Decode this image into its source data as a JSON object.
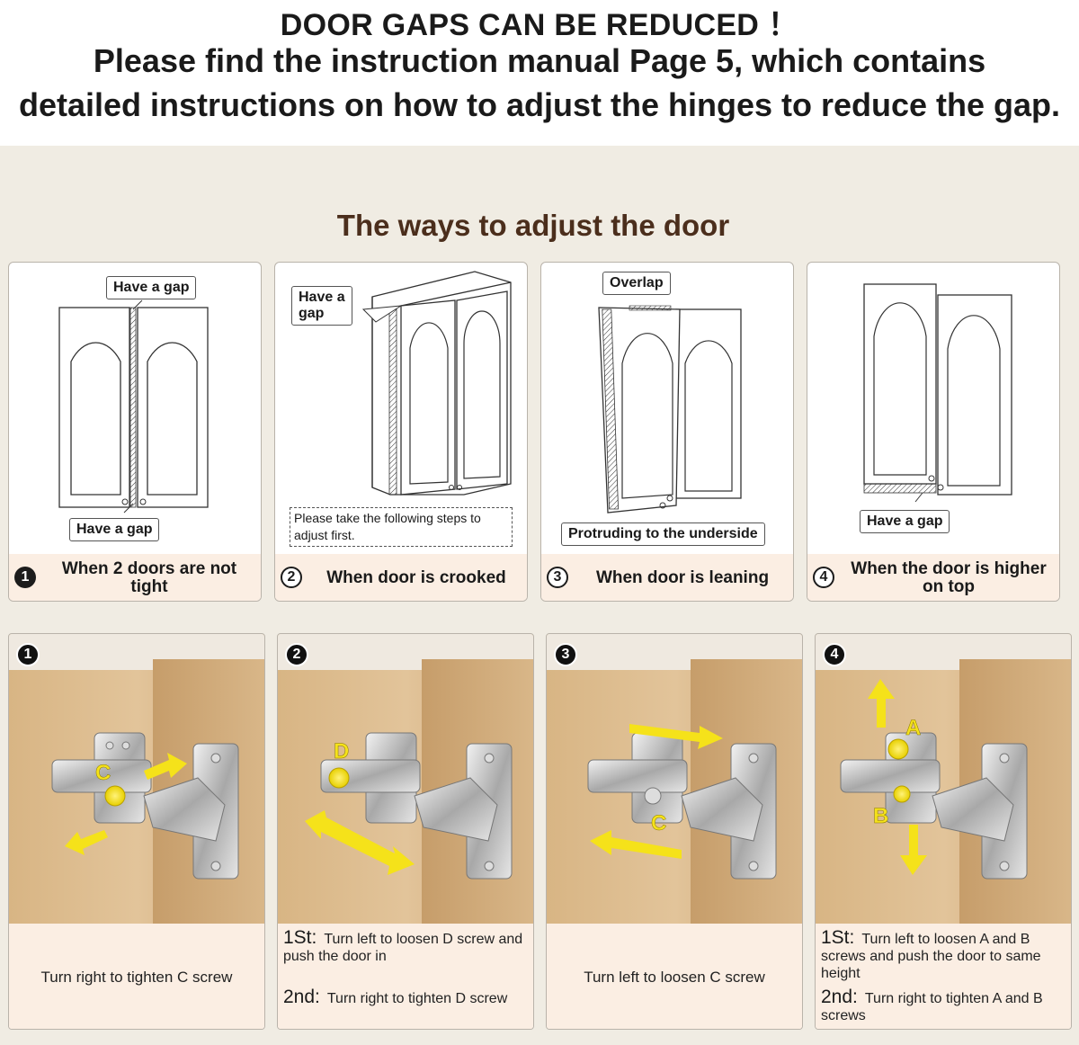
{
  "header": {
    "line1": "DOOR GAPS CAN BE REDUCED ！",
    "line2": "Please find the instruction manual Page 5, which contains",
    "line3": "detailed instructions on how to adjust the hinges to reduce the gap."
  },
  "section_title": "The ways to adjust the door",
  "cards": [
    {
      "num": "1",
      "caption": "When 2 doors are not tight",
      "label_top": "Have a gap",
      "label_bottom": "Have a gap"
    },
    {
      "num": "2",
      "caption": "When door is crooked",
      "label_top": "Have a\ngap",
      "note": "Please take the following steps to adjust first."
    },
    {
      "num": "3",
      "caption": "When door is leaning",
      "label_top": "Overlap",
      "label_bottom": "Protruding to the underside"
    },
    {
      "num": "4",
      "caption": "When the door is higher on top",
      "label_bottom": "Have a gap"
    }
  ],
  "photos": [
    {
      "num": "1",
      "letters": [
        "C"
      ],
      "caption": "Turn right to tighten C screw"
    },
    {
      "num": "2",
      "letters": [
        "D"
      ],
      "step1_tag": "1St:",
      "step1": "Turn left to loosen D screw and push the door in",
      "step2_tag": "2nd:",
      "step2": "Turn right to tighten D screw"
    },
    {
      "num": "3",
      "letters": [
        "C"
      ],
      "caption": "Turn left to loosen C screw"
    },
    {
      "num": "4",
      "letters": [
        "A",
        "B"
      ],
      "step1_tag": "1St:",
      "step1": "Turn left to loosen A and B screws and push the door to same height",
      "step2_tag": "2nd:",
      "step2": "Turn right to tighten A and B screws"
    }
  ],
  "colors": {
    "accent_title": "#4b2e1c",
    "caption_bg": "#fbeee3",
    "arrow": "#f5e21a",
    "wood": "#d9b98a"
  }
}
